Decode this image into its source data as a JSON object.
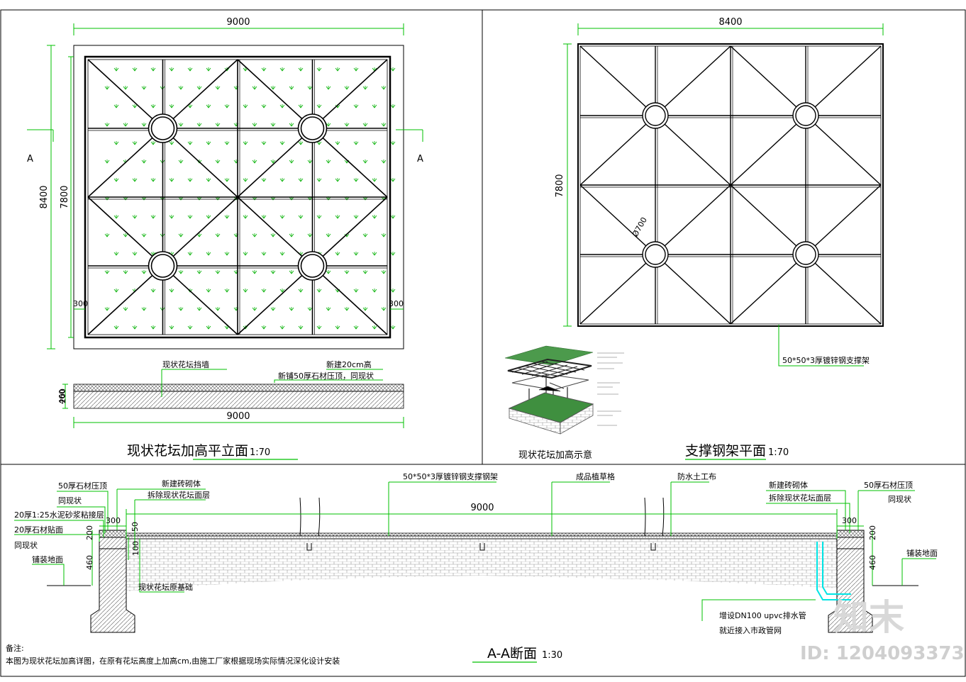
{
  "plan": {
    "dim_top": "9000",
    "dim_left_outer": "8400",
    "dim_left_inner": "7800",
    "dim_side_left": "300",
    "dim_side_right": "300",
    "section_mark_left": "A",
    "section_mark_right": "A",
    "strip_dim_200": "200",
    "strip_dim_460": "460",
    "strip_dim_bottom": "9000",
    "label_existing_wall": "现状花坛挡墙",
    "label_new_20cm": "新建20cm高",
    "label_new_stone": "新铺50厚石材压顶，同现状",
    "title": "现状花坛加高平立面",
    "scale": "1:70"
  },
  "steel": {
    "dim_top": "8400",
    "dim_left": "7800",
    "dim_circle": "Ø700",
    "label_steel": "50*50*3厚镀锌钢支撑架",
    "title": "支撑钢架平面",
    "scale": "1:70"
  },
  "sketch": {
    "caption": "现状花坛加高示意"
  },
  "section": {
    "title": "A-A断面",
    "scale": "1:30",
    "dim_total": "9000",
    "dim_300_left": "300",
    "dim_300_right": "300",
    "dim_200_left": "200",
    "dim_460_left": "460",
    "dim_100": "100",
    "dim_50": "50",
    "dim_200_right": "200",
    "dim_460_right": "460",
    "l_stone_top": "50厚石材压顶",
    "l_same1": "同现状",
    "l_mortar": "20厚1:25水泥砂浆粘接层",
    "l_stone_face": "20厚石材贴面",
    "l_same2": "同现状",
    "l_paving_left": "铺装地面",
    "l_new_brick": "新建砖砌体",
    "l_remove": "拆除现状花坛面层",
    "l_steel": "50*50*3厚镀锌钢支撑钢架",
    "l_grass": "成品植草格",
    "l_geotextile": "防水土工布",
    "l_new_brick_r": "新建砖砌体",
    "l_remove_r": "拆除现状花坛面层",
    "l_stone_top_r": "50厚石材压顶",
    "l_same_r": "同现状",
    "l_paving_right": "铺装地面",
    "l_existing_base": "现状花坛原基础",
    "l_drain": "增设DN100 upvc排水管",
    "l_drain2": "就近接入市政管网"
  },
  "notes": {
    "title": "备注:",
    "text": "本图为现状花坛加高详图，在原有花坛高度上加高cm,由施工厂家根据现场实际情况深化设计安装"
  },
  "watermark": {
    "brand": "知末",
    "id": "ID: 1204093373"
  },
  "colors": {
    "line": "#000000",
    "dim": "#00c000",
    "grass": "#00b000",
    "hatch": "#888888",
    "cyan": "#00e5e5"
  }
}
